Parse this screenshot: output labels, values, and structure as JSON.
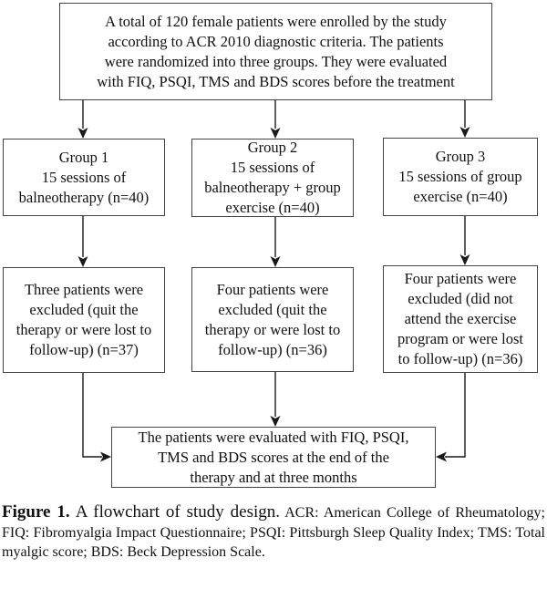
{
  "figure": {
    "boxes": {
      "enrollment": "A total of 120 female patients were enrolled by the study\naccording to ACR 2010 diagnostic criteria. The patients\nwere randomized into three groups. They were evaluated\nwith FIQ, PSQI, TMS and BDS scores before the treatment",
      "group1": "Group 1\n15 sessions of\nbalneotherapy (n=40)",
      "group2": "Group 2\n15 sessions of\nbalneotherapy + group\nexercise (n=40)",
      "group3": "Group 3\n15 sessions of group\nexercise (n=40)",
      "excluded1": "Three patients were\nexcluded (quit the\ntherapy or were lost to\nfollow-up) (n=37)",
      "excluded2": "Four patients were\nexcluded (quit the\ntherapy or were lost to\nfollow-up) (n=36)",
      "excluded3": "Four patients were\nexcluded (did not\nattend the exercise\nprogram or were lost\nto follow-up) (n=36)",
      "evaluation": "The patients were evaluated with FIQ, PSQI,\nTMS and BDS scores at the end of the\ntherapy and at three months"
    },
    "caption": {
      "label": "Figure 1.",
      "title": "A flowchart of study design.",
      "abbreviations": "ACR: American College of Rheumatology; FIQ: Fibromyalgia Impact Questionnaire; PSQI: Pittsburgh Sleep Quality Index; TMS: Total myalgic score; BDS: Beck Depression Scale."
    },
    "colors": {
      "box_border": "#444444",
      "arrow": "#1a1a1a",
      "text": "#111111",
      "background": "#ffffff"
    }
  }
}
